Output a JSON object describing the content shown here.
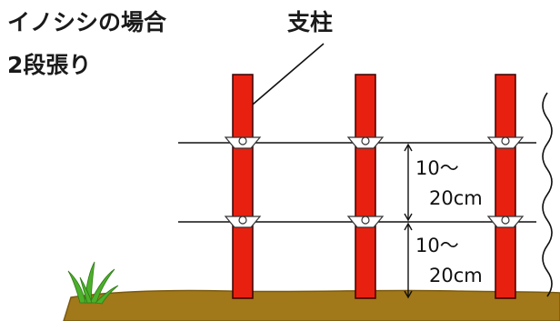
{
  "title": {
    "line1": "イノシシの場合",
    "line2": "2段張り"
  },
  "post_label": "支柱",
  "spacing_upper": {
    "range": "10～",
    "value": "20cm"
  },
  "spacing_lower": {
    "range": "10～",
    "value": "20cm"
  },
  "colors": {
    "post": "#e8200f",
    "post_outline": "#3a0000",
    "ground": "#a1781a",
    "ground_dark": "#7a5a12",
    "grass": "#4cb02a",
    "wire": "#111111",
    "insulator": "#ffffff"
  }
}
